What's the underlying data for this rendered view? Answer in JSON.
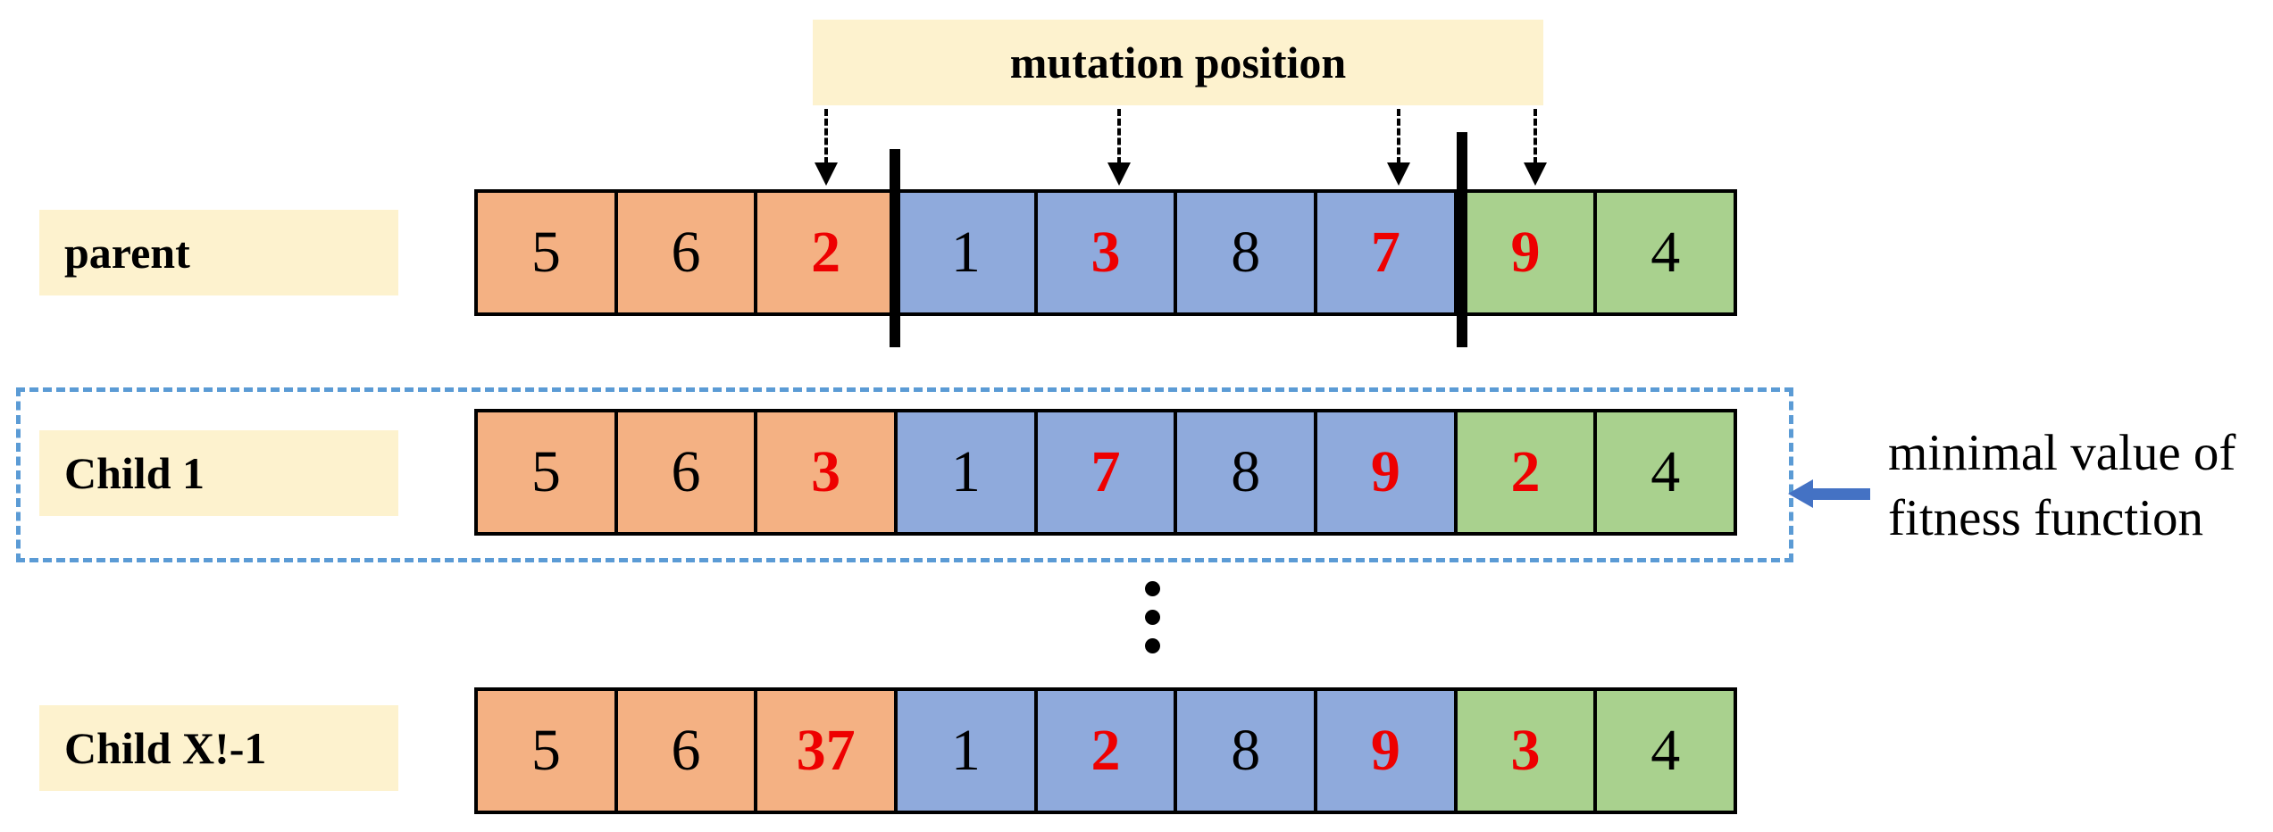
{
  "figure": {
    "mutation_label": "mutation position",
    "annotation": {
      "line1": "minimal value of",
      "line2": "fitness function"
    },
    "mutation_arrow_cells": [
      3,
      5,
      7,
      8
    ]
  },
  "rows": [
    {
      "label": "parent",
      "values": [
        "5",
        "6",
        "2",
        "1",
        "3",
        "8",
        "7",
        "9",
        "4"
      ],
      "red_indices": [
        2,
        4,
        6,
        7
      ]
    },
    {
      "label": "Child 1",
      "values": [
        "5",
        "6",
        "3",
        "1",
        "7",
        "8",
        "9",
        "2",
        "4"
      ],
      "red_indices": [
        2,
        4,
        6,
        7
      ]
    },
    {
      "label": "Child X!-1",
      "values": [
        "5",
        "6",
        "37",
        "1",
        "2",
        "8",
        "9",
        "3",
        "4"
      ],
      "red_indices": [
        2,
        4,
        6,
        7
      ]
    }
  ],
  "segments": [
    {
      "color_name": "orange",
      "start": 0,
      "end": 3
    },
    {
      "color_name": "blue",
      "start": 3,
      "end": 7
    },
    {
      "color_name": "green",
      "start": 7,
      "end": 9
    }
  ],
  "colors": {
    "orange": "#F4B183",
    "blue": "#8FAADC",
    "green": "#A9D18E",
    "label_bg": "#FDF2CE",
    "red": "#EE0000",
    "box_blue": "#5B9BD5",
    "arrow_blue": "#4472C4"
  }
}
